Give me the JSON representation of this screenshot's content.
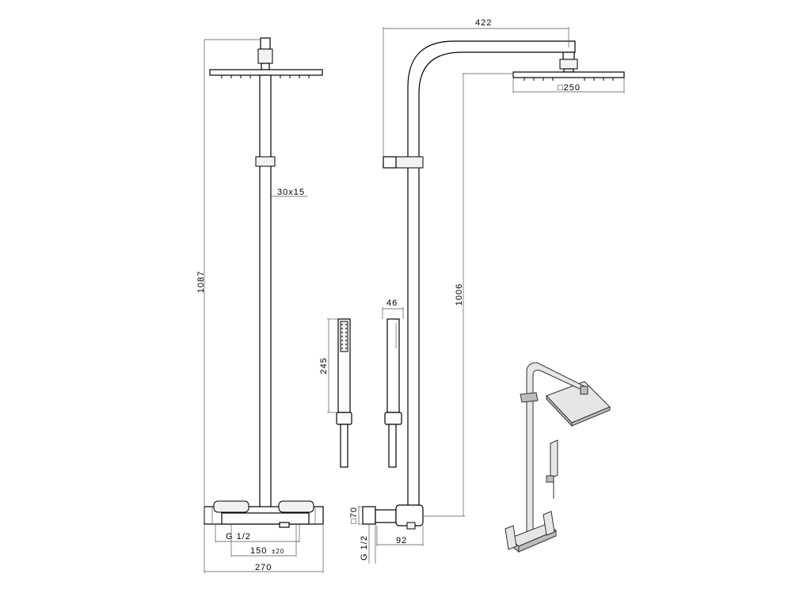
{
  "dimensions": {
    "overall_height": "1087",
    "bar_section": "30x15",
    "height_to_arm": "1006",
    "arm_reach": "422",
    "head_size": "□250",
    "handshower_length": "245",
    "handshower_width": "46",
    "inlet_thread_front": "G 1/2",
    "inlet_centres": "150",
    "inlet_tolerance": "±20",
    "mixer_width": "270",
    "inlet_thread_side": "G 1/2",
    "wall_plate": "□70",
    "mixer_depth": "92"
  }
}
